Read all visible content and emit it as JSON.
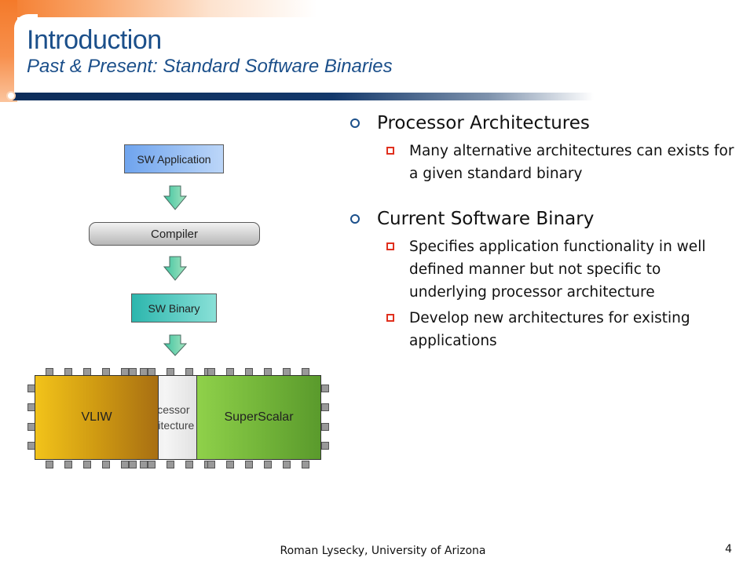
{
  "header": {
    "title": "Introduction",
    "subtitle": "Past & Present: Standard Software Binaries"
  },
  "diagram": {
    "sw_application": "SW Application",
    "compiler": "Compiler",
    "sw_binary": "SW Binary",
    "processor": "Processor\nArchitecture",
    "vliw": "VLIW",
    "superscalar": "SuperScalar",
    "colors": {
      "sw_application": "#6fa4ee",
      "sw_binary": "#2cb6ad",
      "arrow": "#47c9a3",
      "vliw": "#e0ac14",
      "superscalar": "#74b63a"
    }
  },
  "bullets": [
    {
      "text": "Processor Architectures",
      "sub": [
        "Many alternative architectures can exists for a given standard binary"
      ]
    },
    {
      "text": "Current Software Binary",
      "sub": [
        "Specifies application functionality in well defined manner but not specific to underlying processor architecture",
        "Develop new architectures for existing applications"
      ]
    }
  ],
  "footer": {
    "author": "Roman Lysecky, University of Arizona",
    "page_number": "4"
  }
}
